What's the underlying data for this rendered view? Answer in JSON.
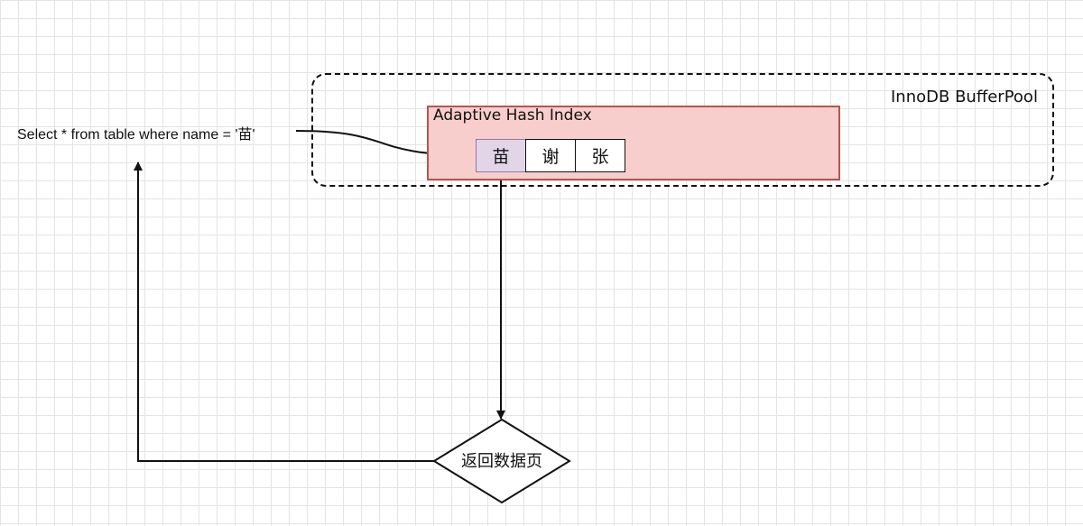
{
  "buffer_pool": {
    "label": "InnoDB BufferPool"
  },
  "hash_index": {
    "label": "Adaptive Hash Index",
    "cells": [
      "苗",
      "谢",
      "张"
    ]
  },
  "query": {
    "text": "Select * from table where name = '苗'"
  },
  "decision": {
    "label": "返回数据页"
  },
  "colors": {
    "hash_fill": "#f8cecc",
    "hash_border": "#b85450",
    "highlight_fill": "#e1d5e7",
    "highlight_border": "#9673a6",
    "line": "#111111"
  }
}
